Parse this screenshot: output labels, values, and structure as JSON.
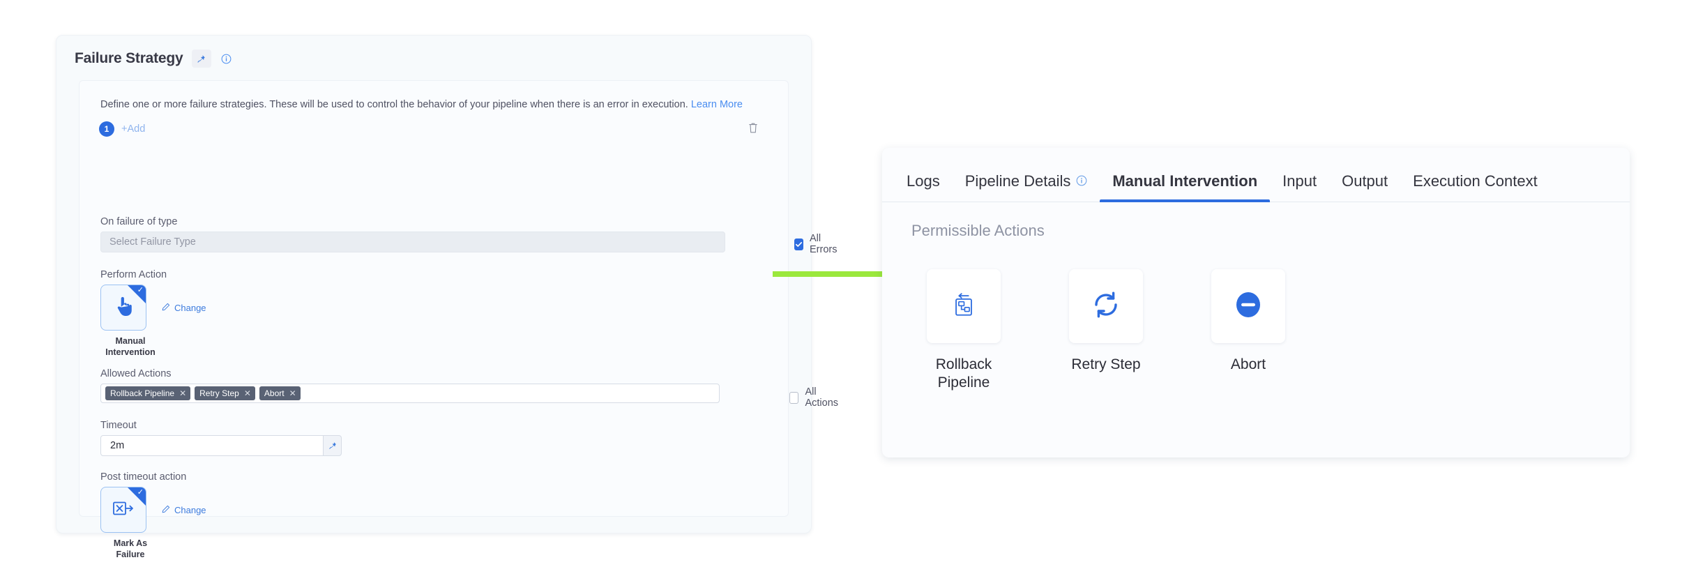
{
  "left_panel": {
    "title": "Failure Strategy",
    "pin_icon": "pin-icon",
    "info_icon": "info-circle-icon",
    "description": "Define one or more failure strategies. These will be used to control the behavior of your pipeline when there is an error in execution.",
    "learn_more": "Learn More",
    "strategy_index": "1",
    "add_label": "+Add",
    "delete_icon": "trash-icon",
    "fields": {
      "failure_type_label": "On failure of type",
      "failure_type_placeholder": "Select Failure Type",
      "all_errors_label": "All Errors",
      "all_errors_checked": true,
      "perform_action_label": "Perform Action",
      "perform_action_value": "Manual Intervention",
      "perform_action_icon": "hand-pointer-icon",
      "perform_action_change": "Change",
      "allowed_actions_label": "Allowed Actions",
      "allowed_actions_tags": [
        "Rollback Pipeline",
        "Retry Step",
        "Abort"
      ],
      "all_actions_label": "All Actions",
      "all_actions_checked": false,
      "timeout_label": "Timeout",
      "timeout_value": "2m",
      "timeout_pin_icon": "pin-icon",
      "post_timeout_label": "Post timeout action",
      "post_timeout_value": "Mark As Failure",
      "post_timeout_icon": "mark-as-failure-icon",
      "post_timeout_change": "Change"
    }
  },
  "right_panel": {
    "tabs": [
      {
        "label": "Logs",
        "active": false,
        "has_info": false
      },
      {
        "label": "Pipeline Details",
        "active": false,
        "has_info": true
      },
      {
        "label": "Manual Intervention",
        "active": true,
        "has_info": false
      },
      {
        "label": "Input",
        "active": false,
        "has_info": false
      },
      {
        "label": "Output",
        "active": false,
        "has_info": false
      },
      {
        "label": "Execution Context",
        "active": false,
        "has_info": false
      }
    ],
    "heading": "Permissible Actions",
    "actions": [
      {
        "label": "Rollback Pipeline",
        "icon": "rollback-pipeline-icon"
      },
      {
        "label": "Retry Step",
        "icon": "retry-refresh-icon"
      },
      {
        "label": "Abort",
        "icon": "abort-minus-circle-icon"
      }
    ]
  },
  "annotation": {
    "arrow_icon": "green-right-arrow",
    "arrow_color": "#9BE83C"
  },
  "colors": {
    "accent_blue": "#2d6cdf",
    "tag_gray": "#596274",
    "panel_bg": "#f7fafc",
    "arrow_green": "#9BE83C"
  }
}
